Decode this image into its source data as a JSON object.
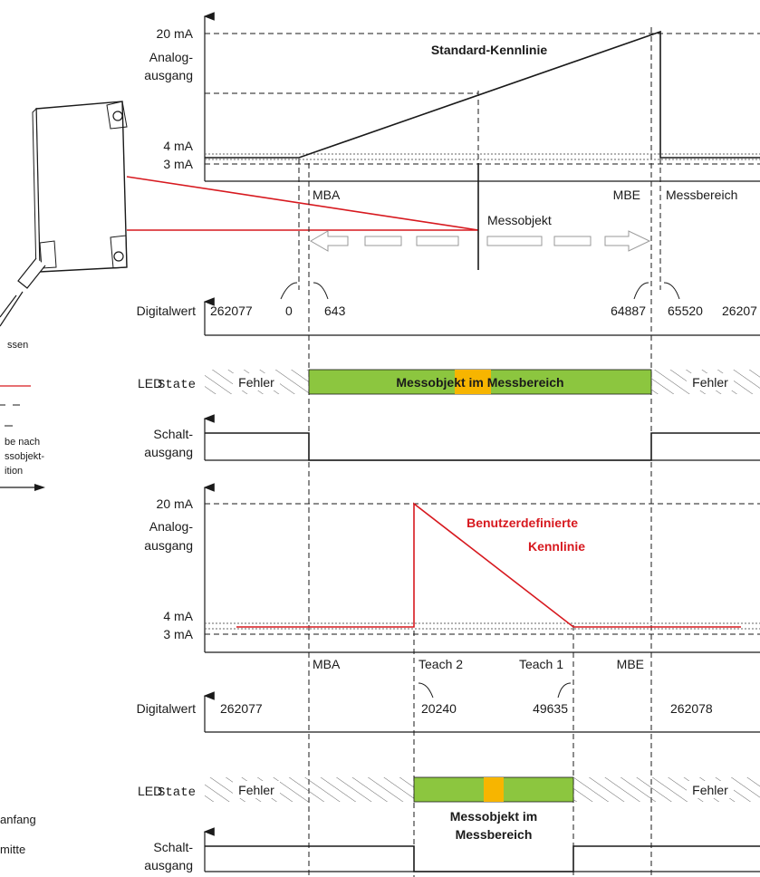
{
  "colors": {
    "green": "#8cc63f",
    "amber": "#f7b500",
    "red": "#d7191f",
    "ink": "#1a1a1a"
  },
  "top": {
    "ma20": "20 mA",
    "ma4": "4 mA",
    "ma3": "3 mA",
    "analog_label_1": "Analog-",
    "analog_label_2": "ausgang",
    "curve_title": "Standard-Kennlinie",
    "mba": "MBA",
    "mbe": "MBE",
    "messbereich": "Messbereich",
    "messobjekt": "Messobjekt",
    "digitalwert": "Digitalwert",
    "dv_262077": "262077",
    "dv_0": "0",
    "dv_643": "643",
    "dv_64887": "64887",
    "dv_65520": "65520",
    "dv_right": "26207",
    "led_label": "LED",
    "led_state": "State",
    "fehler_left": "Fehler",
    "fehler_right": "Fehler",
    "led_bar_part1": "Messobjekt ",
    "led_bar_part2": "im Me",
    "led_bar_part3": "ssbereich",
    "schalt_1": "Schalt-",
    "schalt_2": "ausgang"
  },
  "left_fragments": {
    "line1": "ssen",
    "line2": "be nach",
    "line3": "ssobjekt-",
    "line4": "ition",
    "bottom1": "anfang",
    "bottom2": "mitte"
  },
  "bottom": {
    "ma20": "20 mA",
    "ma4": "4 mA",
    "ma3": "3 mA",
    "analog_label_1": "Analog-",
    "analog_label_2": "ausgang",
    "curve_title_1": "Benutzerdefinierte",
    "curve_title_2": "Kennlinie",
    "mba": "MBA",
    "teach2": "Teach 2",
    "teach1": "Teach 1",
    "mbe": "MBE",
    "digitalwert": "Digitalwert",
    "dv_262077": "262077",
    "dv_20240": "20240",
    "dv_49635": "49635",
    "dv_262078": "262078",
    "led_label": "LED",
    "led_state": "State",
    "fehler_left": "Fehler",
    "fehler_right": "Fehler",
    "bar_text_1": "Messobjekt im",
    "bar_text_2": "Messbereich",
    "schalt_1": "Schalt-",
    "schalt_2": "ausgang"
  }
}
